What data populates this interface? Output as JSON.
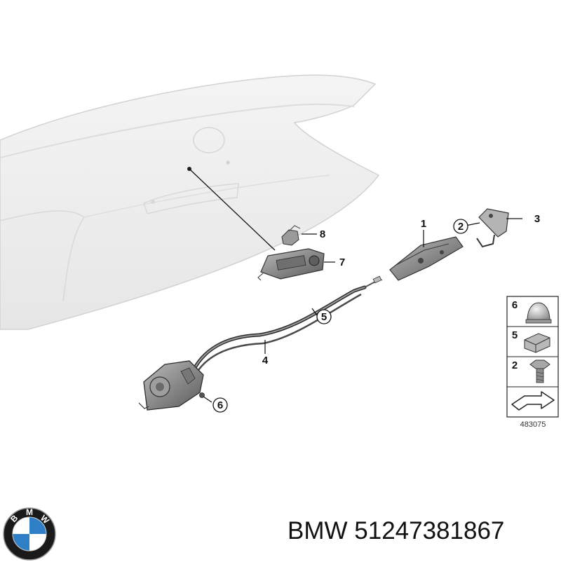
{
  "callouts": [
    {
      "num": "1",
      "circled": false
    },
    {
      "num": "2",
      "circled": true
    },
    {
      "num": "3",
      "circled": false
    },
    {
      "num": "4",
      "circled": false
    },
    {
      "num": "5",
      "circled": true
    },
    {
      "num": "6",
      "circled": true
    },
    {
      "num": "7",
      "circled": false
    },
    {
      "num": "8",
      "circled": false
    }
  ],
  "legend": {
    "items": [
      {
        "num": "6",
        "icon": "cap-nut-icon"
      },
      {
        "num": "5",
        "icon": "clip-nut-icon"
      },
      {
        "num": "2",
        "icon": "hex-bolt-icon"
      }
    ],
    "arrow_icon": "direction-arrow-icon",
    "ref_number": "483075"
  },
  "logo": {
    "letters": [
      "B",
      "M",
      "W"
    ],
    "icon": "bmw-roundel-icon",
    "colors": {
      "blue": "#2f7fc6",
      "ring": "#1a1a1a"
    }
  },
  "caption": "BMW 51247381867"
}
